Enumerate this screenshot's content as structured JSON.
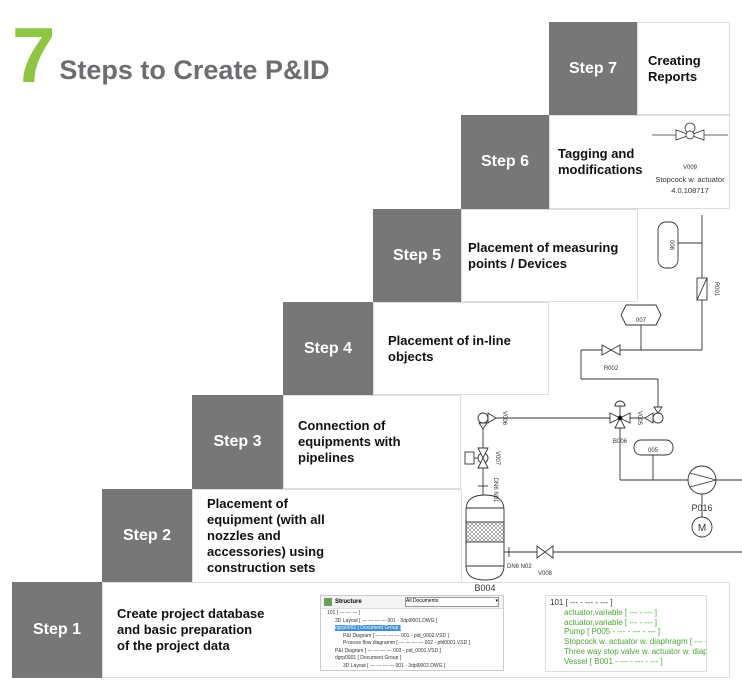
{
  "title": {
    "number": "7",
    "text": "Steps to Create P&ID"
  },
  "steps": [
    {
      "label": "Step 1",
      "text": "Create project database and basic preparation of the project data"
    },
    {
      "label": "Step 2",
      "text": "Placement of equipment (with all nozzles and accessories) using construction sets"
    },
    {
      "label": "Step 3",
      "text": "Connection of equipments with pipelines"
    },
    {
      "label": "Step 4",
      "text": "Placement of in-line objects"
    },
    {
      "label": "Step 5",
      "text": "Placement of measuring points / Devices"
    },
    {
      "label": "Step 6",
      "text": "Tagging and modifications"
    },
    {
      "label": "Step 7",
      "text": "Creating Reports"
    }
  ],
  "tag_example": {
    "tag": "V009",
    "name": "Stopcock w. actuator",
    "code": "4.0.108717"
  },
  "pid": {
    "labels": [
      "008",
      "R001",
      "007",
      "R002",
      "V006",
      "B006",
      "V005",
      "005",
      "V007",
      "DN6 N01",
      "P016",
      "M",
      "DN6 N02",
      "V008",
      "B004"
    ]
  },
  "structure_panel": {
    "label": "Structure",
    "filter": "All Documents",
    "rows": [
      "101   [ --- --- --- ]",
      "3D Layout   [ --- --- --- --- 001 - 3dpl0001.DWG ]",
      "dgrp0002   [ Document Group ]",
      "P&I Diagram   [ --- --- --- --- 001 - pid_0002.VSD ]",
      "Process flow diagramm   [ --- --- --- --- 002 - pfd0001.VSD ]",
      "P&I Diagram   [ --- --- --- --- 003 - pid_0001.VSD ]",
      "dgrp0001   [ Document Group ]",
      "3D Layout   [ --- --- --- --- 001 - 3dpl0002.DWG ]"
    ]
  },
  "object_tree": {
    "rows": [
      "101   [ --- - --- - --- ]",
      "actuator,variable   [ --- - --- ]",
      "actuator,variable   [ --- - --- ]",
      "Pump   [ P005 - --- - --- - --- ]",
      "Stopcock w. actuator w. diaphragm   [ --- -",
      "Three way stop valve w. actuator w. diaphr",
      "Vessel   [ B001 - --- - --- - --- ]"
    ]
  },
  "colors": {
    "accent": "#8dc63f",
    "step_gray": "#77777a",
    "title_gray": "#6d6e71",
    "tree_green": "#4aa832",
    "selection": "#3a8fd8"
  }
}
